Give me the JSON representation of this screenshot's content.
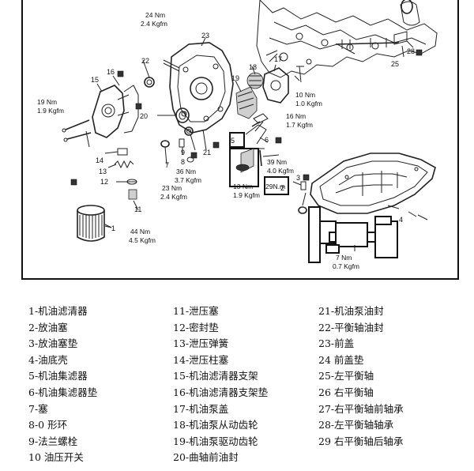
{
  "figure": {
    "torque_labels": [
      {
        "id": "t24",
        "nm": "24 Nm",
        "kgf": "2.4 Kgfm"
      },
      {
        "id": "t19",
        "nm": "19 Nm",
        "kgf": "1.9 Kgfm"
      },
      {
        "id": "t10",
        "nm": "10 Nm",
        "kgf": "1.0 Kgfm"
      },
      {
        "id": "t16",
        "nm": "16 Nm",
        "kgf": "1.7 Kgfm"
      },
      {
        "id": "t36",
        "nm": "36 Nm",
        "kgf": "3.7 Kgfm"
      },
      {
        "id": "t23",
        "nm": "23 Nm",
        "kgf": "2.4 Kgfm"
      },
      {
        "id": "t39",
        "nm": "39 Nm",
        "kgf": "4.0 Kgfm"
      },
      {
        "id": "t13",
        "nm": "13 Nm",
        "kgf": "1.9 Kgfm"
      },
      {
        "id": "t44",
        "nm": "44 Nm",
        "kgf": "4.5 Kgfm"
      },
      {
        "id": "t7",
        "nm": "7 Nm",
        "kgf": "0.7 Kgfm"
      }
    ],
    "part_numbers": [
      "1",
      "2",
      "3",
      "4",
      "5",
      "6",
      "7",
      "8",
      "9",
      "11",
      "12",
      "13",
      "14",
      "15",
      "16",
      "17",
      "18",
      "19",
      "20",
      "21",
      "22",
      "23",
      "25",
      "28"
    ],
    "callout_29": "29N.m"
  },
  "legend": {
    "col1": [
      "1-机油滤清器",
      "2-放油塞",
      "3-放油塞垫",
      "4-油底壳",
      "5-机油集滤器",
      "6-机油集滤器垫",
      "7-塞",
      "8-0 形环",
      "9-法兰螺栓",
      "10 油压开关"
    ],
    "col2": [
      "11-泄压塞",
      "12-密封垫",
      "13-泄压弹簧",
      "14-泄压柱塞",
      "15-机油滤清器支架",
      "16-机油滤清器支架垫",
      "17-机油泵盖",
      "18-机油泵从动齿轮",
      "19-机油泵驱动齿轮",
      "20-曲轴前油封"
    ],
    "col3": [
      "21-机油泵油封",
      "22-平衡轴油封",
      "23-前盖",
      "24 前盖垫",
      "25-左平衡轴",
      "26 右平衡轴",
      "27-右平衡轴前轴承",
      "28-左平衡轴轴承",
      "29 右平衡轴后轴承"
    ]
  }
}
